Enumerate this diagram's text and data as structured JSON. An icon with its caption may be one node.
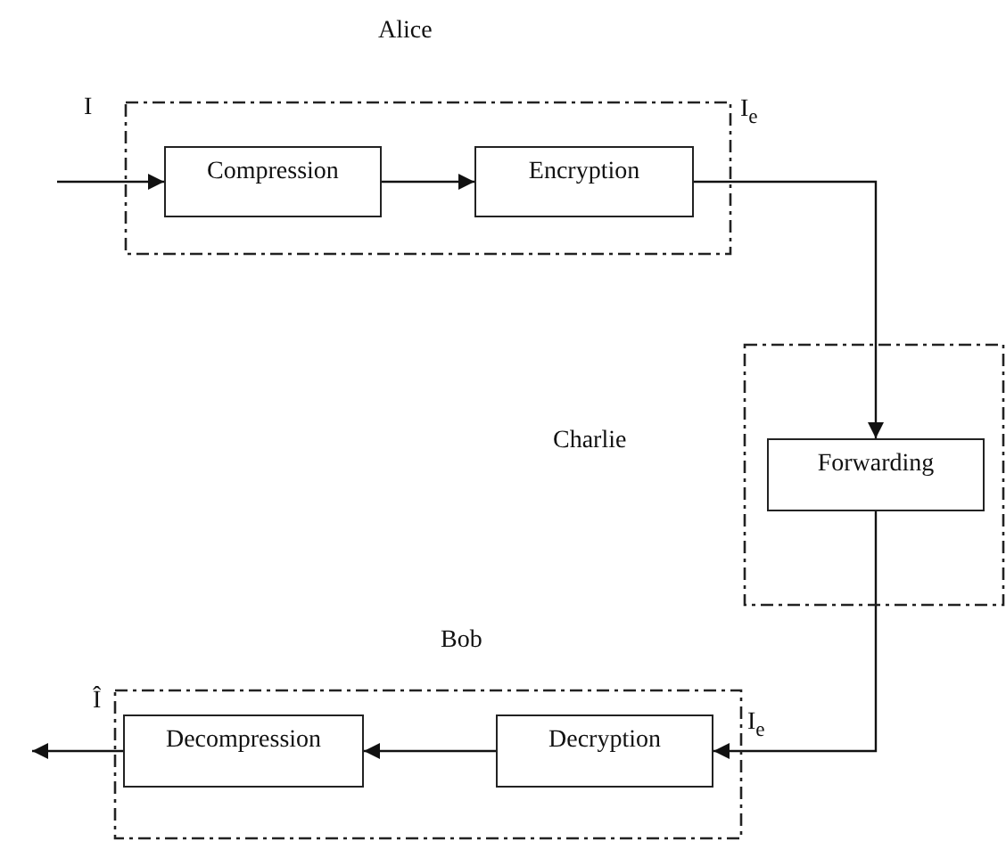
{
  "diagram": {
    "nodes": [
      {
        "text": [
          "Alice"
        ]
      },
      {
        "text": [
          "Compression"
        ],
        "in": 0
      },
      {
        "text": [
          "Encryption"
        ],
        "in": 0
      },
      {
        "text": [
          "Charlie"
        ]
      },
      {
        "text": [
          "Forwarding"
        ],
        "in": 3
      },
      {
        "text": [
          "Bob"
        ]
      },
      {
        "text": [
          "Decryption"
        ],
        "in": 5
      },
      {
        "text": [
          "Decompression"
        ],
        "in": 5
      }
    ],
    "edges": [
      {
        "from": null,
        "to": 1,
        "arrow": "to"
      },
      {
        "from": 1,
        "to": 2,
        "arrow": "to"
      },
      {
        "from": 2,
        "to": 4,
        "arrow": "to"
      },
      {
        "from": 4,
        "to": 6,
        "arrow": "to"
      },
      {
        "from": 6,
        "to": 7,
        "arrow": "to"
      },
      {
        "from": 7,
        "to": null,
        "arrow": "to"
      }
    ],
    "labels": [
      "I",
      "I$_{e}$",
      "Î",
      "I$_{e}$"
    ]
  }
}
